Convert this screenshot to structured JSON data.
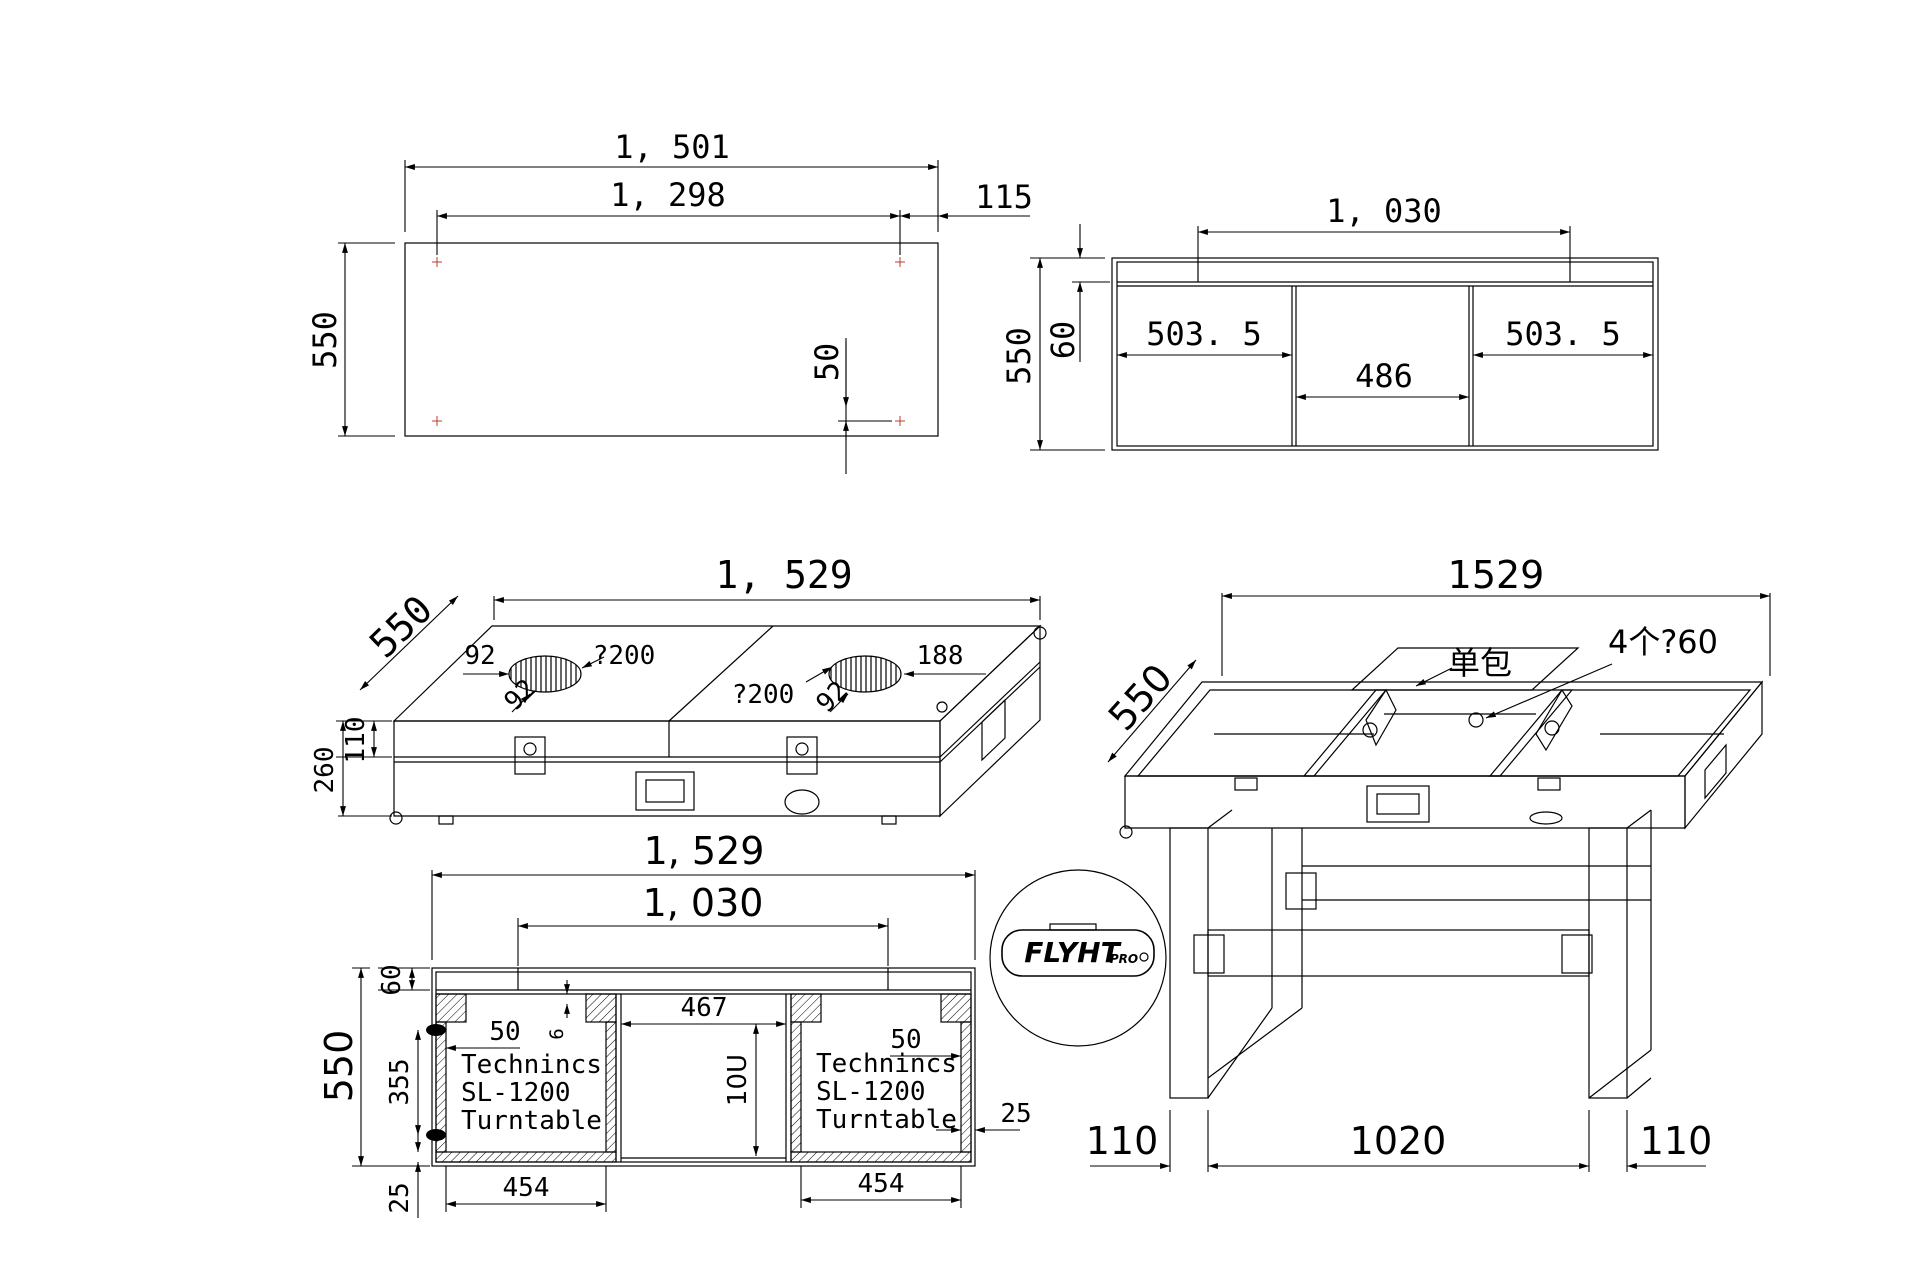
{
  "top_view": {
    "overall_width": "1, 501",
    "inner_width": "1, 298",
    "edge_offset": "115",
    "depth": "550",
    "hole_offset": "50"
  },
  "end_view": {
    "top_width": "1, 030",
    "height": "550",
    "lid_depth": "60",
    "left_bay": "503. 5",
    "center_bay": "486",
    "right_bay": "503. 5"
  },
  "iso_closed": {
    "length": "1, 529",
    "depth": "550",
    "left_edge": "92",
    "left_diag": "92",
    "left_hole": "?200",
    "right_hole": "?200",
    "right_diag": "92",
    "right_edge": "188",
    "lid_height": "110",
    "total_height": "260"
  },
  "iso_open": {
    "length": "1529",
    "depth": "550",
    "single_pack_label": "单包",
    "holes_label": "4个?60",
    "leg_left": "110",
    "leg_span": "1020",
    "leg_right": "110"
  },
  "section": {
    "overall": "1, 529",
    "top_width": "1, 030",
    "lid": "60",
    "height": "550",
    "foam_gap": "6",
    "center_width": "467",
    "left_margin": "50",
    "right_margin": "50",
    "inner_height": "355",
    "rack_units": "10U",
    "bottom": "25",
    "side_gap": "25",
    "left_bay": "454",
    "right_bay": "454",
    "left_turntable": [
      "Technincs",
      "SL-1200",
      "Turntable"
    ],
    "right_turntable": [
      "Technincs",
      "SL-1200",
      "Turntable"
    ]
  },
  "logo": {
    "brand": "FLYHT",
    "brand_suffix": "PRO"
  }
}
